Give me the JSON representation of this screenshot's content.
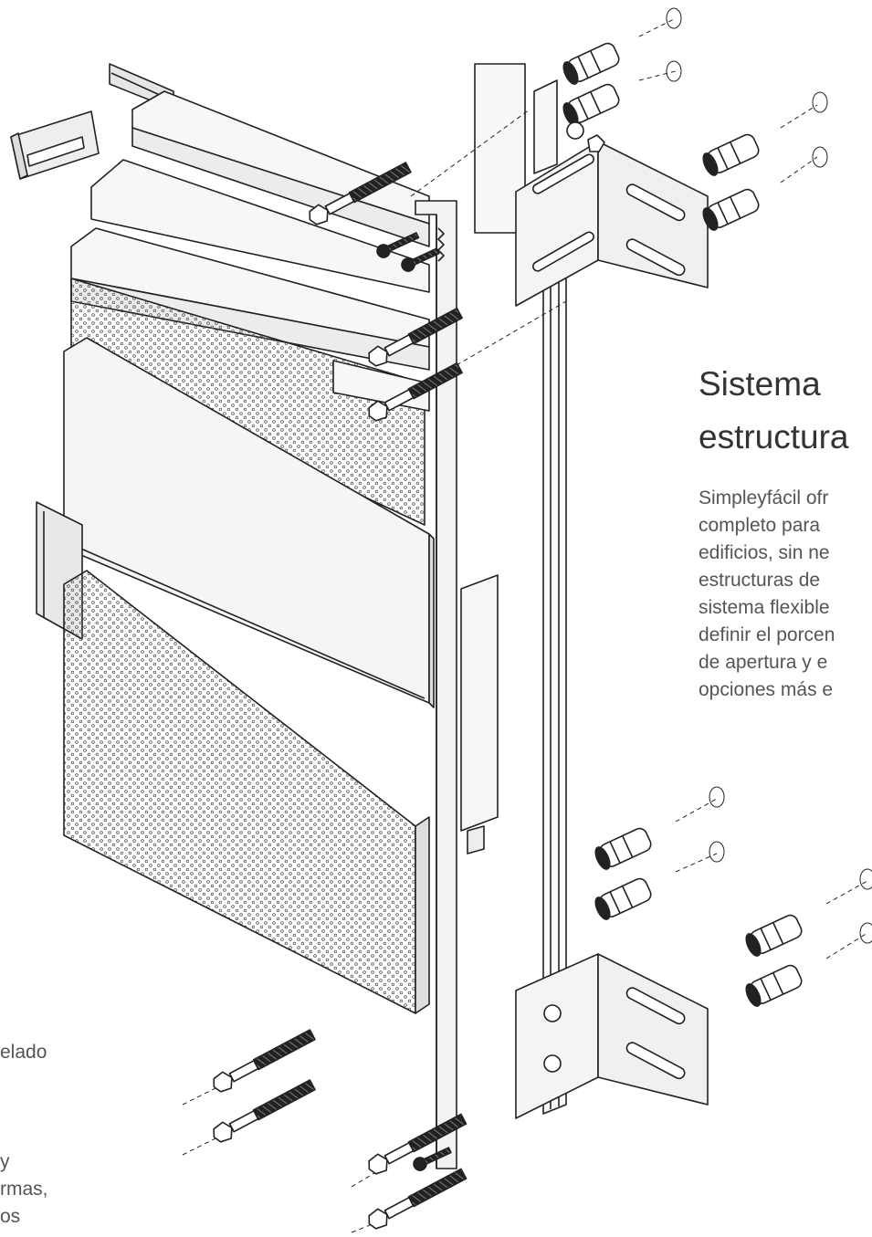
{
  "heading": {
    "line1": "Sistema",
    "line2": "estructura"
  },
  "description": {
    "lines": [
      "Simpleyfácil ofr",
      "completo para",
      "edificios, sin ne",
      "estructuras de",
      "sistema flexible",
      "definir el porcen",
      "de apertura y e",
      "opciones más e"
    ]
  },
  "left_fragment": {
    "lines": [
      "elado",
      "y",
      "rmas,",
      "os"
    ]
  },
  "colors": {
    "stroke": "#222222",
    "panel": "#f4f4f4",
    "text": "#555555",
    "heading": "#333333"
  }
}
